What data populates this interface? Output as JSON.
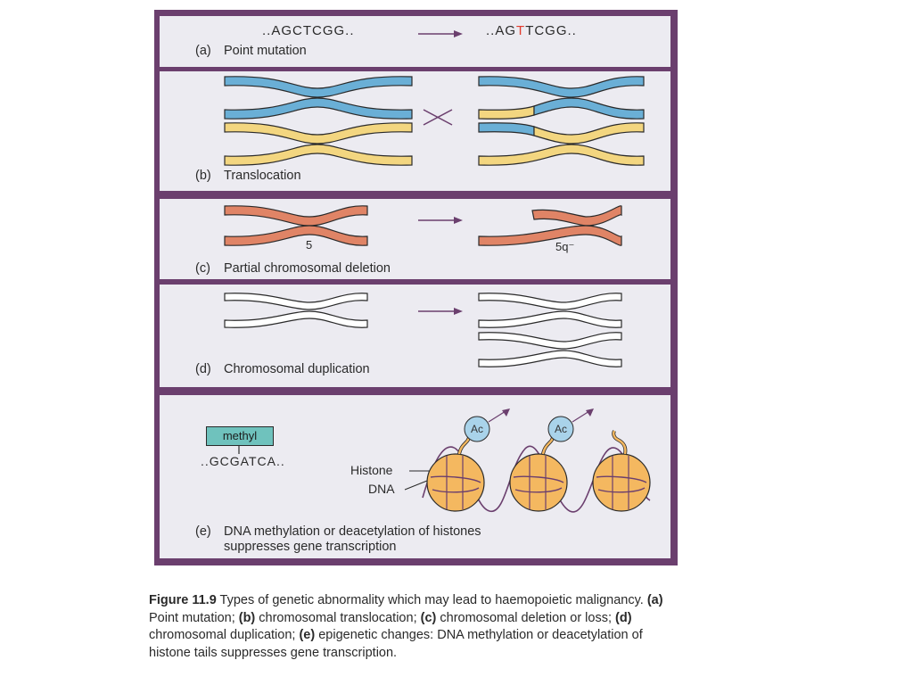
{
  "panels": {
    "a": {
      "letter": "(a)",
      "title": "Point mutation",
      "seq_before": "..AGCTCGG..",
      "seq_after_prefix": "..AG",
      "seq_after_mut": "T",
      "seq_after_suffix": "TCGG.."
    },
    "b": {
      "letter": "(b)",
      "title": "Translocation"
    },
    "c": {
      "letter": "(c)",
      "title": "Partial chromosomal deletion",
      "chrom_label": "5",
      "result_label": "5q⁻"
    },
    "d": {
      "letter": "(d)",
      "title": "Chromosomal duplication"
    },
    "e": {
      "letter": "(e)",
      "title_line1": "DNA methylation or deacetylation of histones",
      "title_line2": "suppresses gene transcription",
      "methyl_label": "methyl",
      "sequence": "..GCGATCA..",
      "histone_label": "Histone",
      "dna_label": "DNA",
      "acetyl_label": "Ac"
    }
  },
  "caption": {
    "figure_label": "Figure 11.9",
    "text_1": " Types of genetic abnormality which may lead to haemopoietic malignancy. ",
    "a_key": "(a)",
    "a_text": " Point mutation; ",
    "b_key": "(b)",
    "b_text": " chromosomal translocation; ",
    "c_key": "(c)",
    "c_text": " chromosomal deletion or loss; ",
    "d_key": "(d)",
    "d_text": " chromosomal duplication; ",
    "e_key": "(e)",
    "e_text": " epigenetic changes: DNA methylation or deacetylation of histone tails suppresses gene transcription."
  },
  "colors": {
    "frame": "#6b3f6e",
    "panel_bg": "#ecebf1",
    "blue_chromosome": "#6aafd6",
    "yellow_chromosome": "#f3d680",
    "red_chromosome": "#e08466",
    "mutation_highlight": "#e23a2c",
    "methyl_box": "#6fc2bd",
    "histone": "#f4b860",
    "acetyl": "#a9d3ea",
    "arrow": "#6b3f6e"
  }
}
